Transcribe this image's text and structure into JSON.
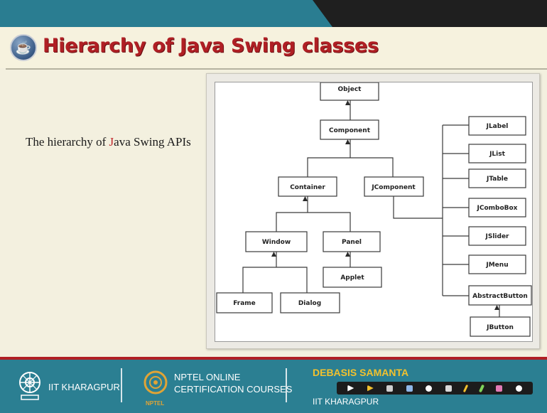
{
  "slide": {
    "title": "Hierarchy of Java Swing classes",
    "description_prefix": "The hierarchy of ",
    "description_highlight": "J",
    "description_suffix": "ava Swing APIs"
  },
  "diagram": {
    "nodes": {
      "object": "Object",
      "component": "Component",
      "container": "Container",
      "jcomponent": "JComponent",
      "window": "Window",
      "panel": "Panel",
      "applet": "Applet",
      "frame": "Frame",
      "dialog": "Dialog",
      "jlabel": "JLabel",
      "jlist": "JList",
      "jtable": "JTable",
      "jcombobox": "JComboBox",
      "jslider": "JSlider",
      "jmenu": "JMenu",
      "abstractbutton": "AbstractButton",
      "jbutton": "JButton"
    }
  },
  "footer": {
    "institute": "IIT KHARAGPUR",
    "nptel_line1": "NPTEL ONLINE",
    "nptel_line2": "CERTIFICATION COURSES",
    "nptel_logo_text": "NPTEL",
    "presenter_name": "DEBASIS SAMANTA",
    "presenter_institute": "IIT KHARAGPUR",
    "toolbar_icons": [
      "pointer-icon",
      "pen-icon",
      "highlighter-icon",
      "eraser-icon",
      "text-icon",
      "shape-icon",
      "line-icon",
      "color-icon",
      "undo-icon",
      "clear-icon"
    ]
  },
  "colors": {
    "title_red": "#b01f24",
    "band_teal": "#2a7d91",
    "footer_teal": "#2b7f92",
    "presenter_yellow": "#f2c12e"
  }
}
